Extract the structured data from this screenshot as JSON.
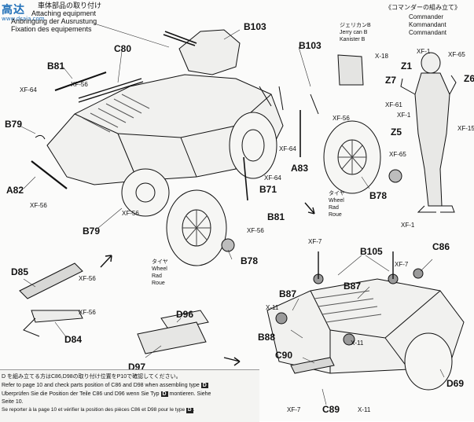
{
  "logo": {
    "brand_cn": "高达",
    "url": "www.dsaia.com"
  },
  "header": {
    "line_jp": "車体部品の取り付け",
    "line_en": "Attaching equipment",
    "line_de": "Anbringung der Ausrustung",
    "line_fr": "Fixation des equipements"
  },
  "commander": {
    "title_jp": "《コマンダーの組み立て》",
    "title_en": "Commander",
    "title_de": "Kommandant",
    "title_fr": "Commandant"
  },
  "jerry_can": {
    "jp": "ジェリカンB",
    "en": "Jerry can B",
    "de": "Kanister B"
  },
  "wheel_label_a": {
    "jp": "タイヤ",
    "en": "Wheel",
    "de": "Rad",
    "fr": "Roue"
  },
  "wheel_label_b": {
    "jp": "タイヤ",
    "en": "Wheel",
    "de": "Rad",
    "fr": "Roue"
  },
  "parts": {
    "B103a": "B103",
    "B103b": "B103",
    "C80": "C80",
    "B81a": "B81",
    "B81b": "B81",
    "B79a": "B79",
    "B79b": "B79",
    "A82": "A82",
    "A83": "A83",
    "B71": "B71",
    "B78a": "B78",
    "B78b": "B78",
    "Z1": "Z1",
    "Z7": "Z7",
    "Z6": "Z6",
    "Z5": "Z5",
    "D85": "D85",
    "D84": "D84",
    "D96": "D96",
    "D97": "D97",
    "B105": "B105",
    "C86": "C86",
    "B87a": "B87",
    "B87b": "B87",
    "B88": "B88",
    "C90": "C90",
    "C89": "C89",
    "D69": "D69"
  },
  "paints": {
    "xf56_a": "XF-56",
    "xf64_a": "XF-64",
    "xf56_b": "XF-56",
    "xf56_c": "XF-56",
    "xf64_b": "XF-64",
    "xf56_d": "XF-56",
    "xf56_e": "XF-56",
    "xf64_c": "XF-64",
    "xf18": "X-18",
    "xf1_a": "XF-1",
    "xf65_a": "XF-65",
    "xf61": "XF-61",
    "xf1_b": "XF-1",
    "xf15": "XF-15",
    "xf65_b": "XF-65",
    "xf1_c": "XF-1",
    "xf56_f": "XF-56",
    "xf56_g": "XF-56",
    "xf7_a": "XF-7",
    "xf7_b": "XF-7",
    "x11_a": "X-11",
    "x11_b": "X-11",
    "xf7_c": "XF-7",
    "x11_c": "X-11"
  },
  "notes": {
    "jp": "D を組み立てる方はC86,D98の取り付け位置をP10で確認してください。",
    "en": "Refer to page 10 and check parts position of C86 and D98 when assembling type",
    "en_box": "D",
    "de": "Uberprüfen Sie die Position der Teile C86 und D96 wenn Sie Typ",
    "de_box": "D",
    "de_tail": "montieren. Siehe",
    "de2": "Seite 10.",
    "fr": "Se reporter à la page 10 et vérifier la position des pièces C86 et D98 pour le type",
    "fr_box": "D",
    "fr_tail": "."
  },
  "colors": {
    "ink": "#111111",
    "logo": "#1f6fb8",
    "shade": "#9a9a9a"
  }
}
